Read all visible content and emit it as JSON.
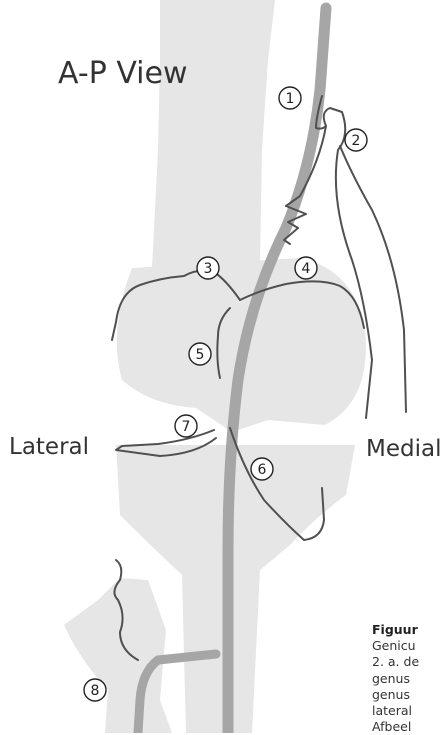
{
  "figure": {
    "title": "A-P View",
    "labels": {
      "lateral": "Lateral",
      "medial": "Medial"
    },
    "markers": [
      "1",
      "2",
      "3",
      "4",
      "5",
      "6",
      "7",
      "8"
    ]
  },
  "caption": {
    "title": "Figuur",
    "lines": [
      "Genicu",
      "2. a. de",
      "genus",
      "genus",
      "lateral",
      "Afbeel"
    ]
  },
  "colors": {
    "bone": "#e6e6e6",
    "main_artery": "#a6a6a6",
    "branch_lines": "#505050"
  }
}
